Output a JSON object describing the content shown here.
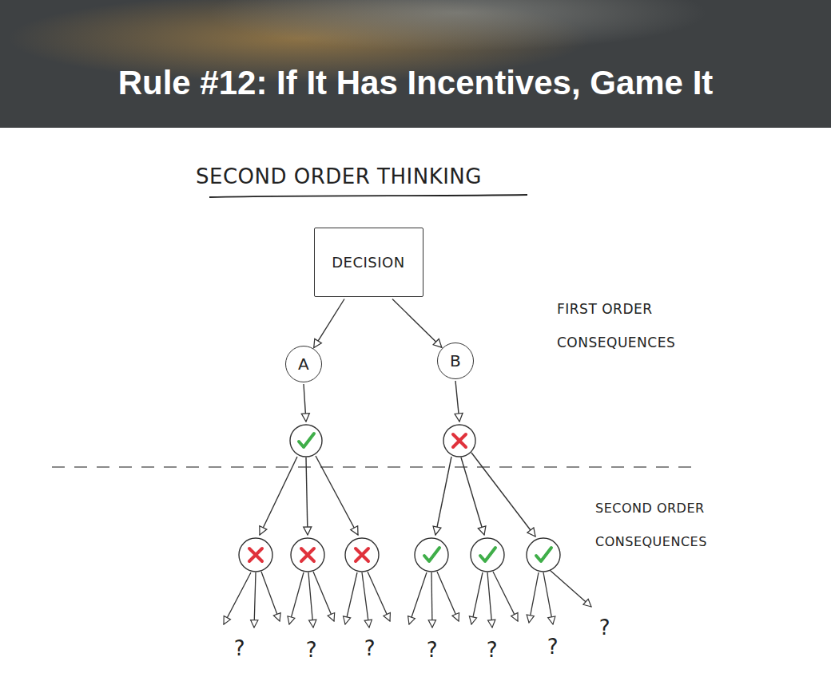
{
  "diagram": {
    "title": "Rule #12: If It Has Incentives, Game It",
    "nodes": [
      {
        "text": [
          "DECISION"
        ]
      },
      {
        "text": [
          "A"
        ]
      },
      {
        "text": [
          "B"
        ]
      }
    ],
    "edges": [
      {
        "from": 0,
        "to": 1,
        "arrow": "to"
      },
      {
        "from": 0,
        "to": 2,
        "arrow": "to"
      }
    ],
    "labels": [
      "SECOND ORDER THINKING",
      "FIRST ORDER CONSEQUENCES",
      "SECOND ORDER CONSEQUENCES",
      "?",
      "?",
      "?",
      "?",
      "?",
      "?",
      "?"
    ]
  }
}
